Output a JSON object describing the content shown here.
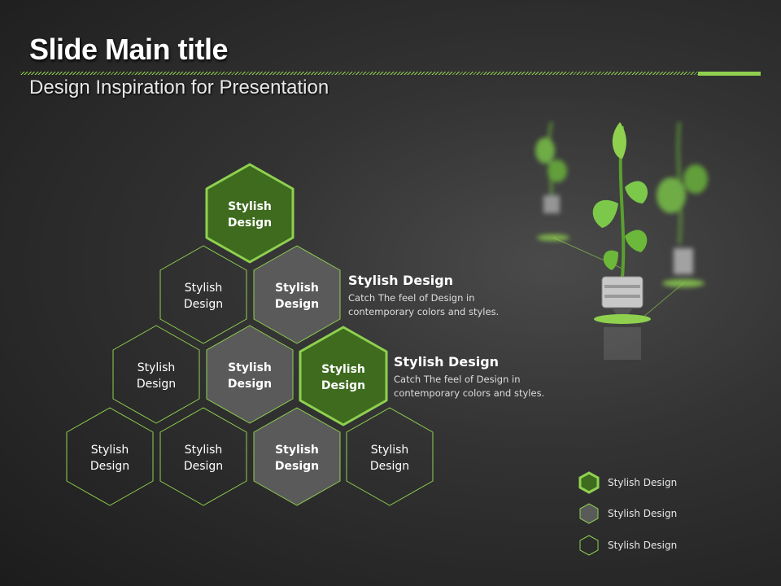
{
  "header": {
    "title": "Slide Main title",
    "subtitle": "Design Inspiration for Presentation"
  },
  "colors": {
    "accent": "#8fd14f",
    "dark_green": "#3e6b1e",
    "gray": "#5a5a5a"
  },
  "hexagons": [
    {
      "line1": "Stylish",
      "line2": "Design",
      "style": "highlight"
    },
    {
      "line1": "Stylish",
      "line2": "Design",
      "style": "outline"
    },
    {
      "line1": "Stylish",
      "line2": "Design",
      "style": "gray"
    },
    {
      "line1": "Stylish",
      "line2": "Design",
      "style": "outline"
    },
    {
      "line1": "Stylish",
      "line2": "Design",
      "style": "gray"
    },
    {
      "line1": "Stylish",
      "line2": "Design",
      "style": "highlight"
    },
    {
      "line1": "Stylish",
      "line2": "Design",
      "style": "outline"
    },
    {
      "line1": "Stylish",
      "line2": "Design",
      "style": "outline"
    },
    {
      "line1": "Stylish",
      "line2": "Design",
      "style": "gray"
    },
    {
      "line1": "Stylish",
      "line2": "Design",
      "style": "outline"
    }
  ],
  "callouts": [
    {
      "title": "Stylish Design",
      "text": "Catch The feel of Design in contemporary colors and styles."
    },
    {
      "title": "Stylish Design",
      "text": "Catch The feel of Design in contemporary colors and styles."
    }
  ],
  "legend": [
    {
      "label": "Stylish Design",
      "style": "highlight"
    },
    {
      "label": "Stylish Design",
      "style": "gray"
    },
    {
      "label": "Stylish Design",
      "style": "outline"
    }
  ]
}
